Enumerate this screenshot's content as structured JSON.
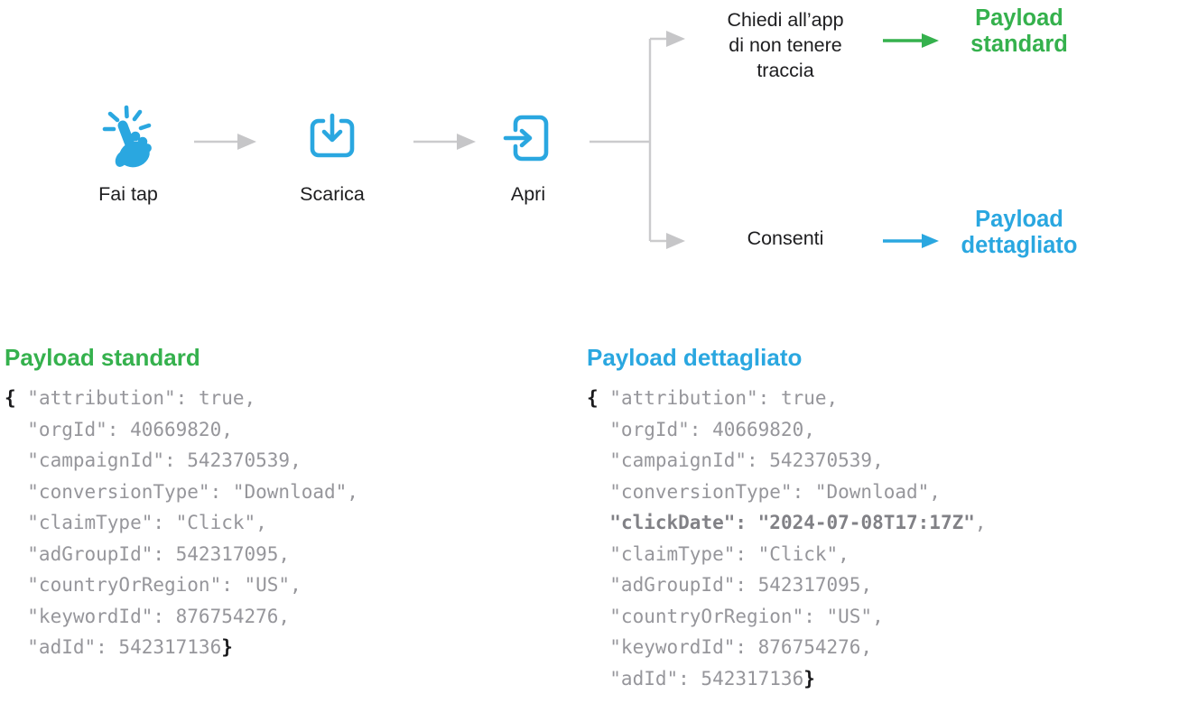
{
  "colors": {
    "blue": "#2AA7E0",
    "green": "#35B14D",
    "gray_line": "#CBCBCD",
    "code_gray": "#96969B",
    "text_black": "#1D1D1F"
  },
  "flow": {
    "steps": [
      {
        "icon": "tap-icon",
        "label": "Fai tap"
      },
      {
        "icon": "download-icon",
        "label": "Scarica"
      },
      {
        "icon": "open-app-icon",
        "label": "Apri"
      }
    ],
    "branches": {
      "top": {
        "condition": "Chiedi all’app\ndi non tenere\ntraccia",
        "result": "Payload\nstandard",
        "arrow_color": "#35B14D"
      },
      "bottom": {
        "condition": "Consenti",
        "result": "Payload\ndettagliato",
        "arrow_color": "#2AA7E0"
      }
    }
  },
  "panels": [
    {
      "title": "Payload standard",
      "accent": "#35B14D",
      "code": [
        [
          {
            "t": "{",
            "s": "br"
          },
          {
            "t": " \"attribution\": true,",
            "s": "p"
          }
        ],
        [
          {
            "t": "  \"orgId\": 40669820,",
            "s": "p"
          }
        ],
        [
          {
            "t": "  \"campaignId\": 542370539,",
            "s": "p"
          }
        ],
        [
          {
            "t": "  \"conversionType\": \"Download\",",
            "s": "p"
          }
        ],
        [
          {
            "t": "  \"claimType\": \"Click\",",
            "s": "p"
          }
        ],
        [
          {
            "t": "  \"adGroupId\": 542317095,",
            "s": "p"
          }
        ],
        [
          {
            "t": "  \"countryOrRegion\": \"US\",",
            "s": "p"
          }
        ],
        [
          {
            "t": "  \"keywordId\": 876754276,",
            "s": "p"
          }
        ],
        [
          {
            "t": "  \"adId\": 542317136",
            "s": "p"
          },
          {
            "t": "}",
            "s": "br"
          }
        ]
      ]
    },
    {
      "title": "Payload dettagliato",
      "accent": "#2AA7E0",
      "code": [
        [
          {
            "t": "{",
            "s": "br"
          },
          {
            "t": " \"attribution\": true,",
            "s": "p"
          }
        ],
        [
          {
            "t": "  \"orgId\": 40669820,",
            "s": "p"
          }
        ],
        [
          {
            "t": "  \"campaignId\": 542370539,",
            "s": "p"
          }
        ],
        [
          {
            "t": "  \"conversionType\": \"Download\",",
            "s": "p"
          }
        ],
        [
          {
            "t": "  ",
            "s": "p"
          },
          {
            "t": "\"clickDate\": \"2024-07-08T17:17Z\"",
            "s": "b"
          },
          {
            "t": ",",
            "s": "p"
          }
        ],
        [
          {
            "t": "  \"claimType\": \"Click\",",
            "s": "p"
          }
        ],
        [
          {
            "t": "  \"adGroupId\": 542317095,",
            "s": "p"
          }
        ],
        [
          {
            "t": "  \"countryOrRegion\": \"US\",",
            "s": "p"
          }
        ],
        [
          {
            "t": "  \"keywordId\": 876754276,",
            "s": "p"
          }
        ],
        [
          {
            "t": "  \"adId\": 542317136",
            "s": "p"
          },
          {
            "t": "}",
            "s": "br"
          }
        ]
      ]
    }
  ]
}
